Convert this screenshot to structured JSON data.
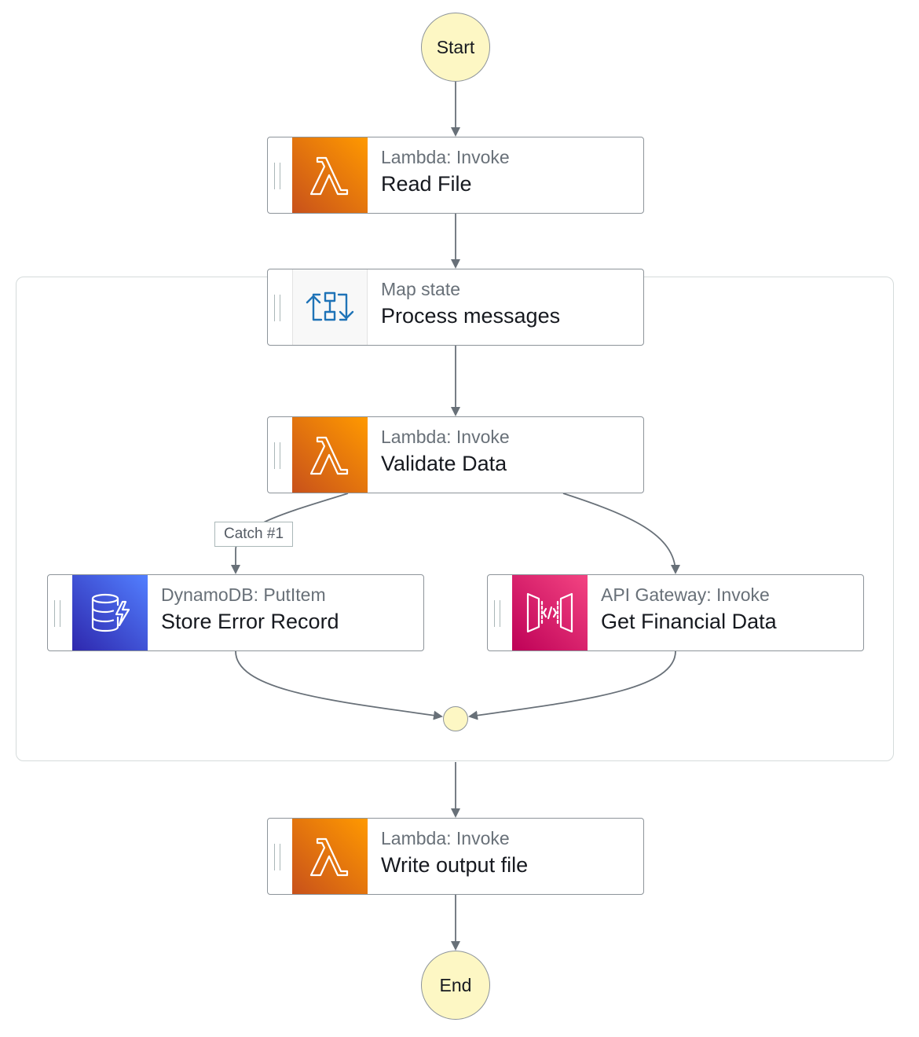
{
  "start_label": "Start",
  "end_label": "End",
  "states": {
    "read_file": {
      "type": "Lambda: Invoke",
      "name": "Read File",
      "icon": "lambda-icon"
    },
    "process_messages": {
      "type": "Map state",
      "name": "Process messages",
      "icon": "map-state-icon"
    },
    "validate_data": {
      "type": "Lambda: Invoke",
      "name": "Validate Data",
      "icon": "lambda-icon"
    },
    "store_error": {
      "type": "DynamoDB: PutItem",
      "name": "Store Error Record",
      "icon": "dynamodb-icon"
    },
    "get_financial": {
      "type": "API Gateway: Invoke",
      "name": "Get Financial Data",
      "icon": "api-gateway-icon"
    },
    "write_output": {
      "type": "Lambda: Invoke",
      "name": "Write output file",
      "icon": "lambda-icon"
    }
  },
  "edges": {
    "catch_label": "Catch #1"
  },
  "colors": {
    "lambda_gradient": [
      "#c8511b",
      "#ff9900"
    ],
    "dynamodb_gradient": [
      "#2e27ad",
      "#527fff"
    ],
    "apigw_gradient": [
      "#be0157",
      "#f34482"
    ],
    "terminal_fill": "#fdf7c4",
    "edge_stroke": "#687078"
  }
}
